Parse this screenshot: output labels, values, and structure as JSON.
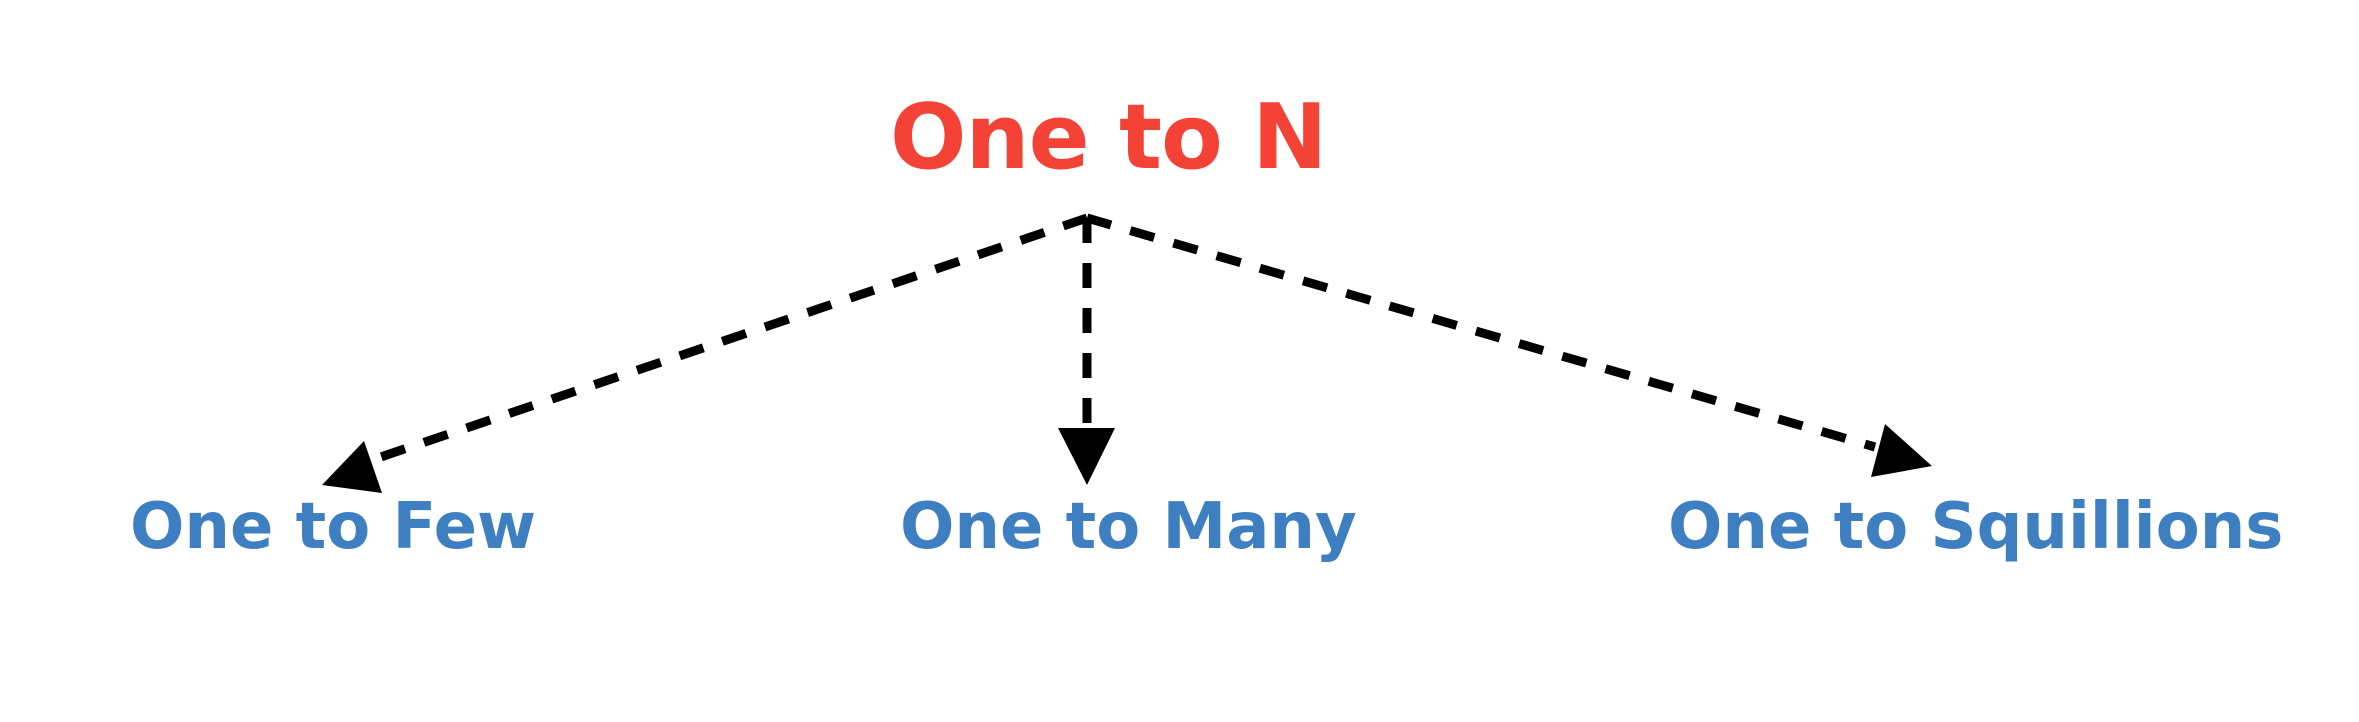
{
  "diagram": {
    "root": {
      "label": "One to N",
      "color": "#f44336"
    },
    "children": [
      {
        "label": "One to Few",
        "color": "#3e7fc1"
      },
      {
        "label": "One to Many",
        "color": "#3e7fc1"
      },
      {
        "label": "One to Squillions",
        "color": "#3e7fc1"
      }
    ],
    "connector_color": "#000000",
    "connector_style": "dashed"
  }
}
